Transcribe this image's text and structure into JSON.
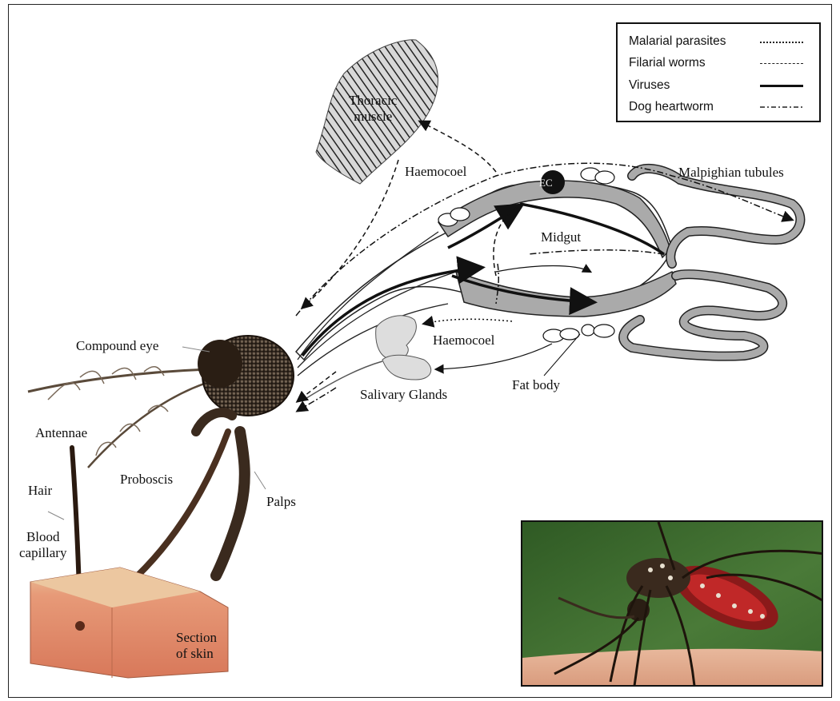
{
  "labels": {
    "thoracic_muscle": [
      "Thoracic",
      "muscle"
    ],
    "haemocoel_top": "Haemocoel",
    "malpighian_tubules": "Malpighian tubules",
    "midgut": "Midgut",
    "ec": "EC",
    "haemocoel_bottom": "Haemocoel",
    "fat_body": "Fat body",
    "salivary_glands": "Salivary Glands",
    "compound_eye": "Compound eye",
    "antennae": "Antennae",
    "proboscis": "Proboscis",
    "palps": "Palps",
    "hair": "Hair",
    "blood_capillary": [
      "Blood",
      "capillary"
    ],
    "section_of_skin": [
      "Section",
      "of skin"
    ]
  },
  "legend": {
    "items": [
      {
        "label": "Malarial parasites",
        "style": "dotted"
      },
      {
        "label": "Filarial worms",
        "style": "dashed"
      },
      {
        "label": "Viruses",
        "style": "solid-thick"
      },
      {
        "label": "Dog heartworm",
        "style": "dash-dot"
      }
    ]
  },
  "colors": {
    "gut_fill": "#a9a9a9",
    "line": "#111111",
    "skin": "#e8a07a",
    "photo_bg": "#3d6b2e",
    "mosquito_body": "#3a2a1e"
  }
}
